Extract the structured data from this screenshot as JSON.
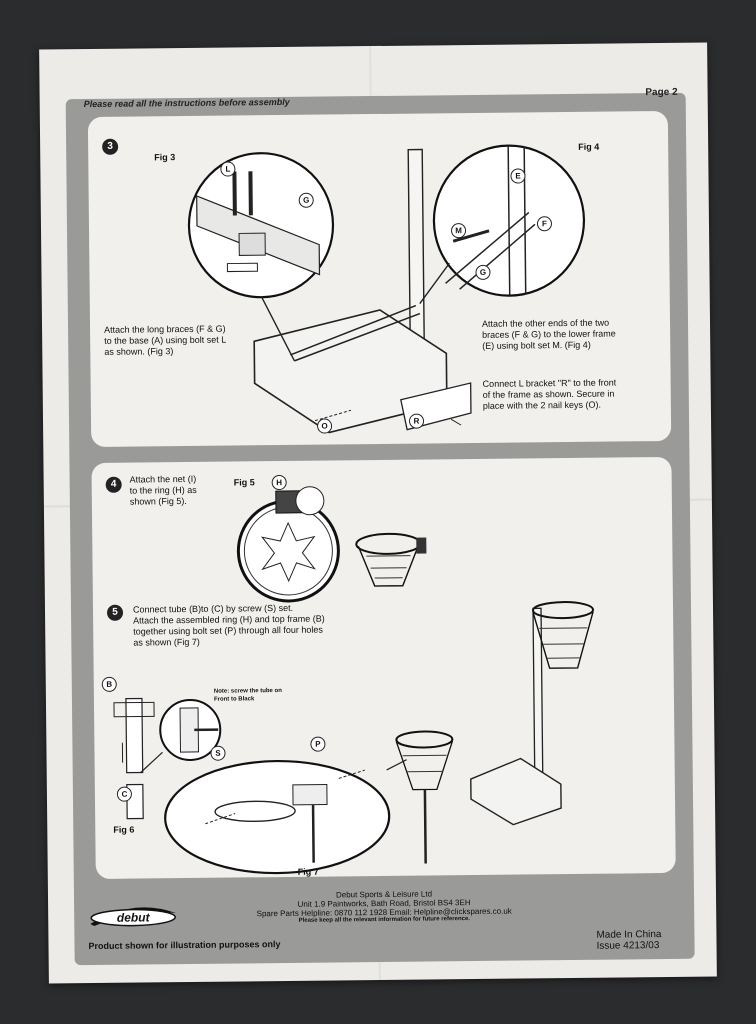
{
  "header": {
    "instruction": "Please read all the instructions before assembly",
    "page": "Page 2"
  },
  "step3": {
    "number": "3",
    "fig3": "Fig 3",
    "fig4": "Fig 4",
    "text_left": [
      "Attach the long braces (F & G)",
      "to the base (A) using bolt set L",
      "as shown. (Fig 3)"
    ],
    "text_right": [
      "Attach the other ends of the two",
      "braces (F & G) to the lower frame",
      "(E) using bolt set M. (Fig 4)"
    ],
    "text_right2": [
      "Connect L bracket \"R\" to the front",
      "of the frame as shown. Secure in",
      "place with the 2 nail keys (O)."
    ],
    "labels": {
      "L": "L",
      "G": "G",
      "E": "E",
      "M": "M",
      "F": "F",
      "G2": "G",
      "O": "O",
      "R": "R"
    }
  },
  "step4": {
    "number": "4",
    "text": [
      "Attach the net (I)",
      "to the ring (H) as",
      "shown (Fig 5)."
    ],
    "fig5": "Fig 5",
    "label_h": "H"
  },
  "step5": {
    "number": "5",
    "text": [
      "Connect tube (B)to (C) by screw (S) set.",
      "Attach the assembled ring (H) and top frame (B)",
      "together using bolt set (P) through all four holes",
      "as shown (Fig 7)"
    ],
    "note": [
      "Note: screw the tube on",
      "Front to Black"
    ],
    "fig6": "Fig 6",
    "fig7": "Fig 7",
    "labels": {
      "B": "B",
      "C": "C",
      "S": "S",
      "P": "P"
    }
  },
  "footer": {
    "brand": "debut",
    "company": "Debut Sports & Leisure Ltd",
    "address": "Unit 1.9 Paintworks, Bath Road, Bristol BS4 3EH",
    "helpline": "Spare Parts Helpline: 0870 112 1928 Email: Helpline@clickspares.co.uk",
    "keep": "Please keep all the relevant information for future reference.",
    "illustration": "Product shown for illustration purposes only",
    "made_in": "Made In China",
    "issue": "Issue 4213/03"
  }
}
